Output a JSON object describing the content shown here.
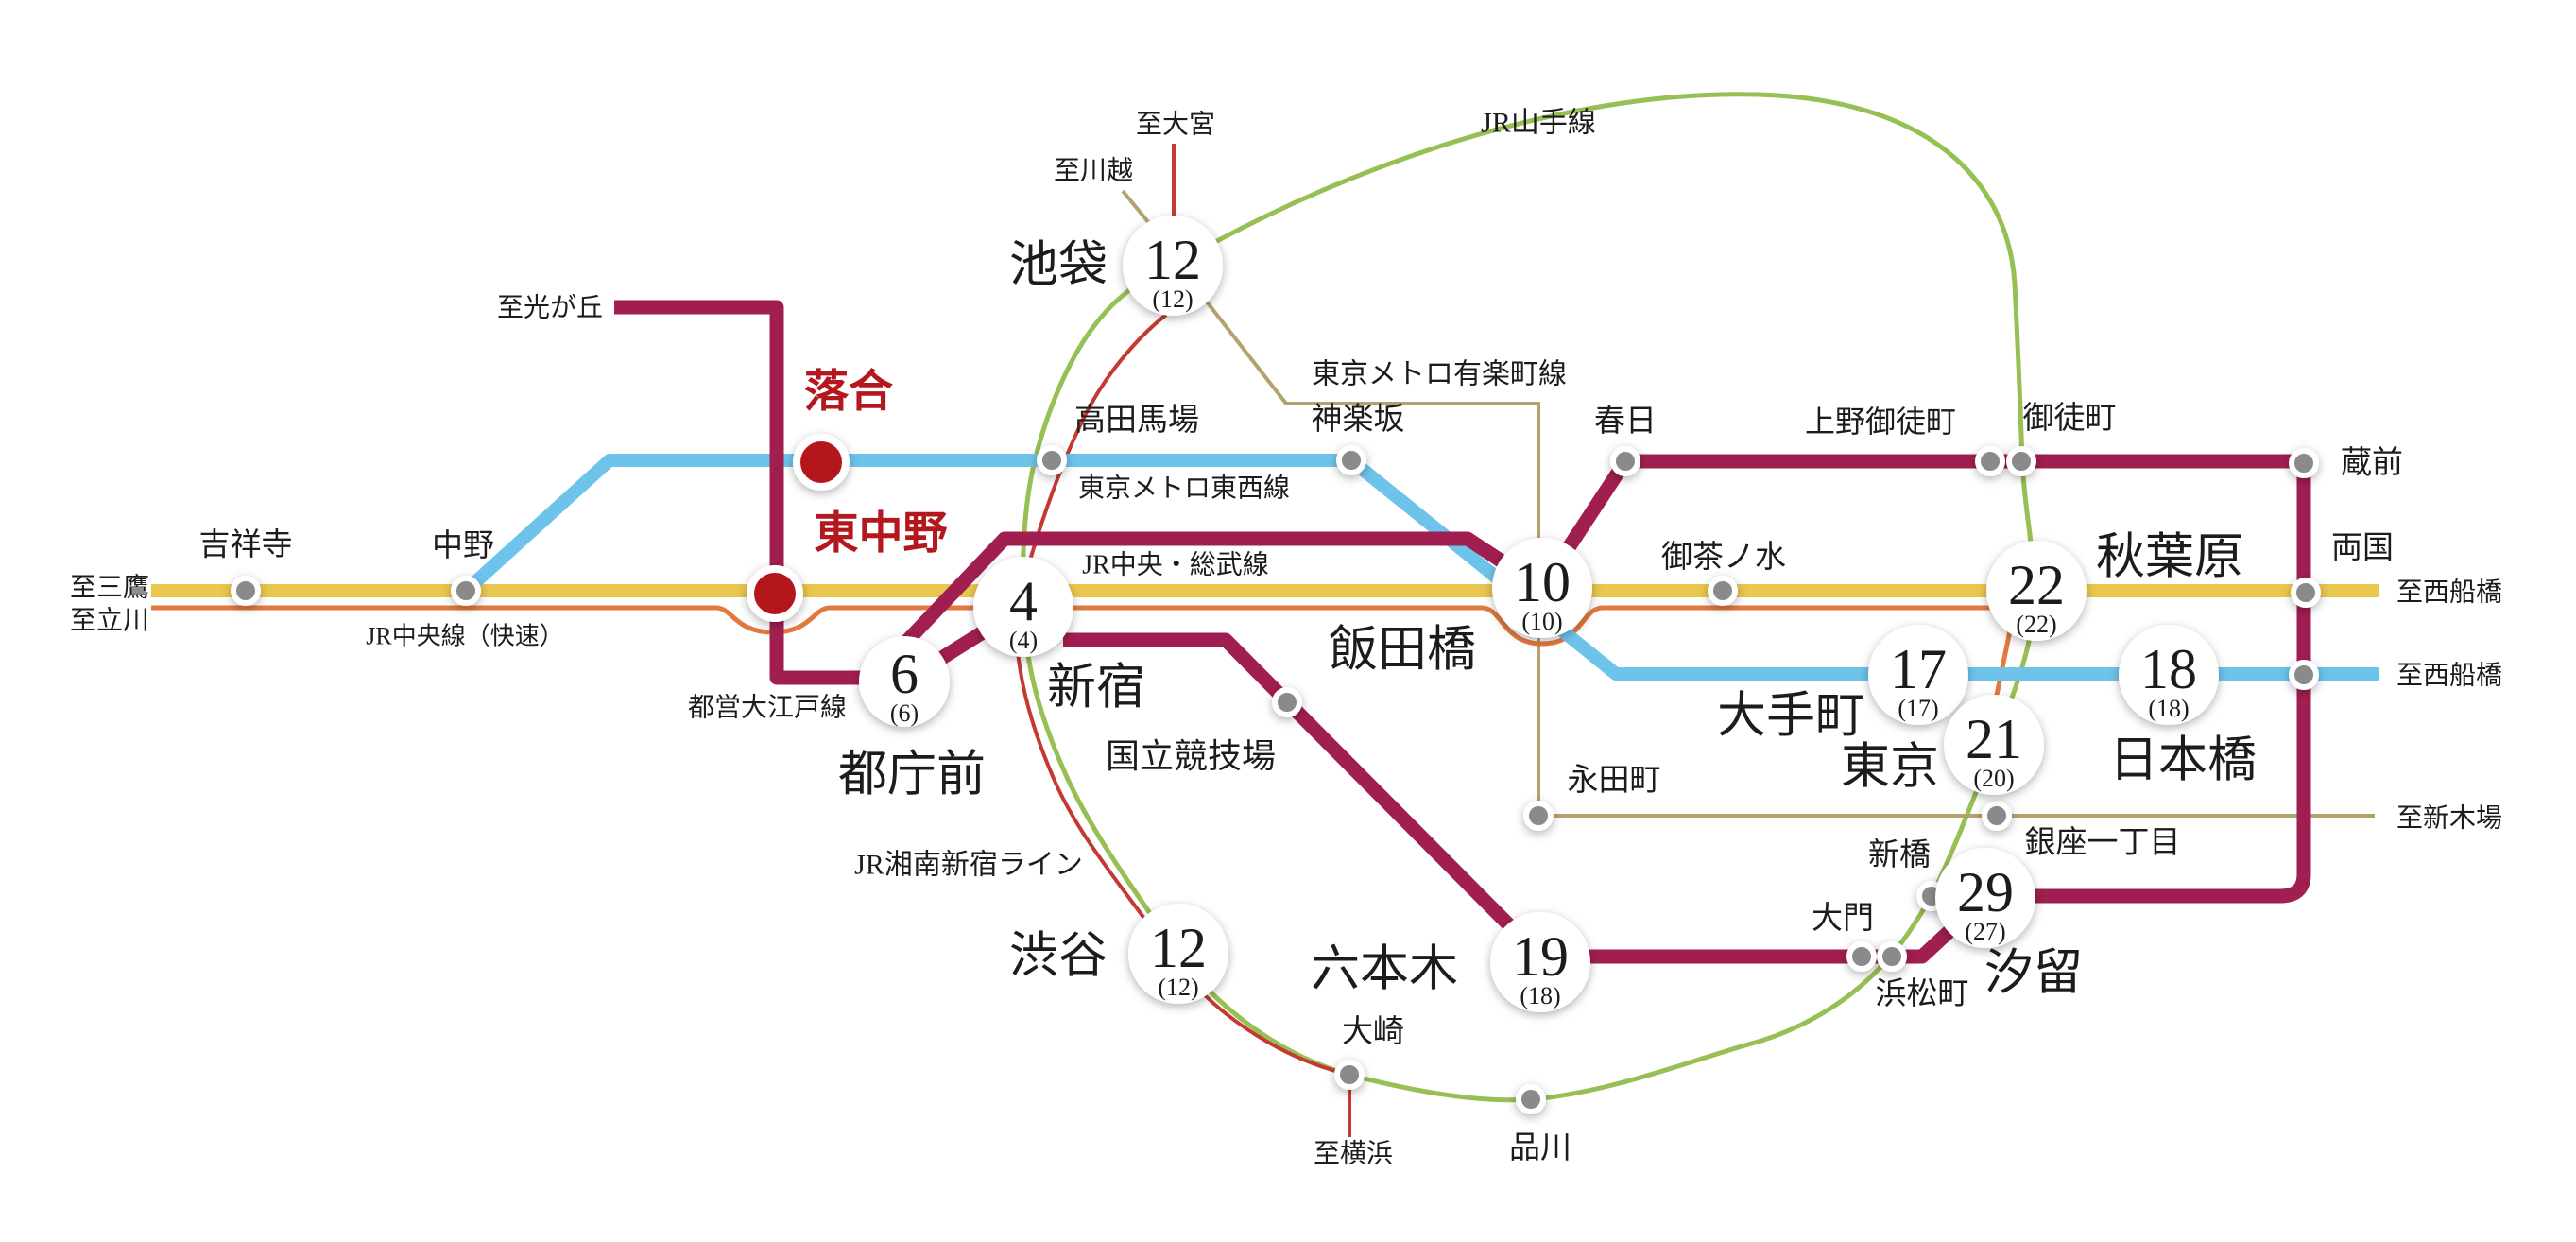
{
  "colors": {
    "oedo": "#A01E50",
    "tozai": "#6EC3EA",
    "chuo_sobu": "#E9C64D",
    "chuo_rapid": "#E2793F",
    "yamanote": "#96BF54",
    "shonan_shinjuku": "#C43A32",
    "yurakucho": "#B3A26B",
    "station_dot": "#8A8A8A",
    "highlight_dot": "#B5191D",
    "highlight_text": "#B2181D"
  },
  "line_labels": {
    "yamanote": "JR山手線",
    "yurakucho": "東京メトロ有楽町線",
    "tozai": "東京メトロ東西線",
    "chuo_sobu": "JR中央・総武線",
    "chuo_rapid": "JR中央線（快速）",
    "oedo": "都営大江戸線",
    "shonan_shinjuku": "JR湘南新宿ライン"
  },
  "destinations": {
    "hikarigaoka": "至光が丘",
    "mitaka": "至三鷹",
    "tachikawa": "至立川",
    "omiya": "至大宮",
    "kawagoe": "至川越",
    "nishi_funabashi_sobu": "至西船橋",
    "nishi_funabashi_tozai": "至西船橋",
    "shin_kiba": "至新木場",
    "yokohama": "至横浜"
  },
  "home_stations": {
    "ochiai": "落合",
    "higashi_nakano": "東中野"
  },
  "stations": {
    "kichijoji": "吉祥寺",
    "nakano": "中野",
    "takadanobaba": "高田馬場",
    "kagurazaka": "神楽坂",
    "kasuga": "春日",
    "ueno_okachimachi": "上野御徒町",
    "okachimachi": "御徒町",
    "kuramae": "蔵前",
    "ryogoku": "両国",
    "ochanomizu": "御茶ノ水",
    "nagatacho": "永田町",
    "kokuritsu_kyogijo": "国立競技場",
    "ginza_itchome": "銀座一丁目",
    "shimbashi": "新橋",
    "daimon": "大門",
    "hamamatsucho": "浜松町",
    "osaki": "大崎",
    "shinagawa": "品川"
  },
  "major_stations": {
    "ikebukuro": "池袋",
    "shinjuku": "新宿",
    "tochomae": "都庁前",
    "iidabashi": "飯田橋",
    "akihabara": "秋葉原",
    "otemachi": "大手町",
    "tokyo": "東京",
    "nihombashi": "日本橋",
    "shibuya": "渋谷",
    "roppongi": "六本木",
    "shiodome": "汐留"
  },
  "times": {
    "ikebukuro": {
      "min": "12",
      "transfer": "(12)"
    },
    "shinjuku": {
      "min": "4",
      "transfer": "(4)"
    },
    "tochomae": {
      "min": "6",
      "transfer": "(6)"
    },
    "iidabashi": {
      "min": "10",
      "transfer": "(10)"
    },
    "akihabara": {
      "min": "22",
      "transfer": "(22)"
    },
    "otemachi": {
      "min": "17",
      "transfer": "(17)"
    },
    "nihombashi": {
      "min": "18",
      "transfer": "(18)"
    },
    "tokyo": {
      "min": "21",
      "transfer": "(20)"
    },
    "shiodome": {
      "min": "29",
      "transfer": "(27)"
    },
    "shibuya": {
      "min": "12",
      "transfer": "(12)"
    },
    "roppongi": {
      "min": "19",
      "transfer": "(18)"
    }
  }
}
